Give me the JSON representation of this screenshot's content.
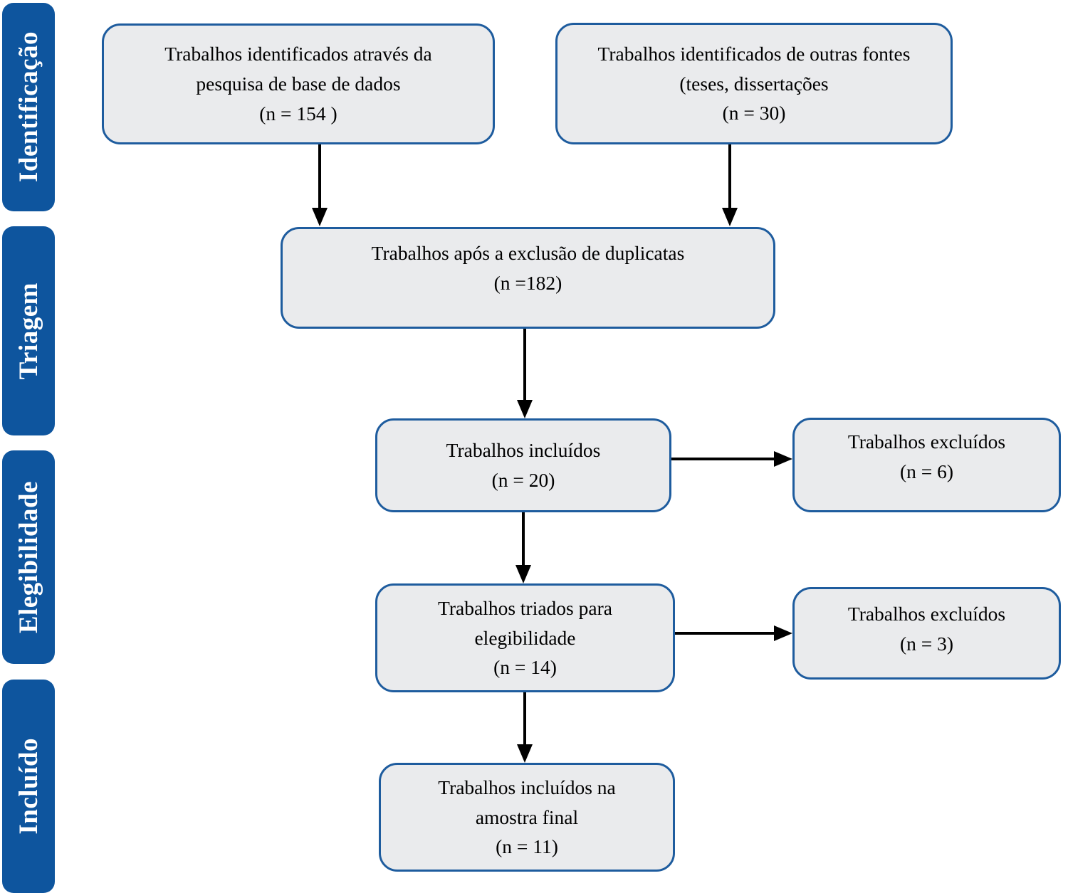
{
  "diagram": {
    "title": "PRISMA flow diagram (Portuguese)",
    "stages": [
      {
        "label": "Identificação"
      },
      {
        "label": "Triagem"
      },
      {
        "label": "Elegibilidade"
      },
      {
        "label": "Incluído"
      }
    ],
    "boxes": {
      "identified_db": {
        "lines": [
          "Trabalhos identificados através da",
          "pesquisa de base de dados",
          "(n = 154 )"
        ],
        "n": 154
      },
      "identified_other": {
        "lines": [
          "Trabalhos identificados de outras fontes",
          "(teses, dissertações",
          "(n = 30)"
        ],
        "n": 30
      },
      "after_duplicates": {
        "lines": [
          "Trabalhos após a exclusão de duplicatas",
          "(n =182)"
        ],
        "n": 182
      },
      "included_screening": {
        "lines": [
          "Trabalhos incluídos",
          "(n = 20)"
        ],
        "n": 20
      },
      "excluded_screening": {
        "lines": [
          "Trabalhos excluídos",
          "(n = 6)"
        ],
        "n": 6
      },
      "eligibility": {
        "lines": [
          "Trabalhos triados para",
          "elegibilidade",
          "(n = 14)"
        ],
        "n": 14
      },
      "excluded_eligibility": {
        "lines": [
          "Trabalhos excluídos",
          "(n = 3)"
        ],
        "n": 3
      },
      "final_sample": {
        "lines": [
          "Trabalhos incluídos na",
          "amostra final",
          "(n = 11)"
        ],
        "n": 11
      }
    },
    "colors": {
      "stage_bar": "#0E559E",
      "stage_text": "#FFFFFF",
      "box_fill": "#EAEBED",
      "box_border": "#1E5C9E",
      "box_text": "#000000",
      "arrow": "#000000"
    }
  }
}
